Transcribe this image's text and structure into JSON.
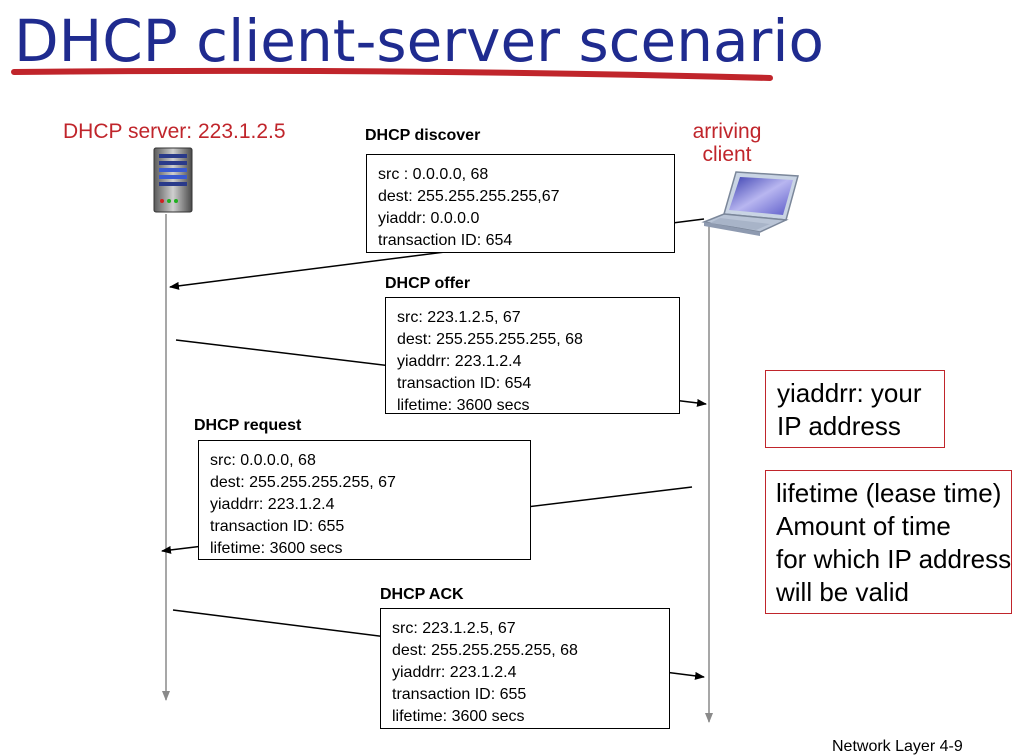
{
  "title": "DHCP client-server scenario",
  "server_label": "DHCP server: 223.1.2.5",
  "client_label": [
    "arriving",
    "client"
  ],
  "messages": {
    "discover": {
      "title": "DHCP discover",
      "lines": [
        "src : 0.0.0.0, 68",
        "dest: 255.255.255.255,67",
        "yiaddr:    0.0.0.0",
        "transaction ID: 654"
      ]
    },
    "offer": {
      "title": "DHCP offer",
      "lines": [
        "src: 223.1.2.5, 67",
        "dest:  255.255.255.255, 68",
        "yiaddrr: 223.1.2.4",
        "transaction ID: 654",
        "lifetime: 3600 secs"
      ]
    },
    "request": {
      "title": "DHCP request",
      "lines": [
        "src:  0.0.0.0, 68",
        "dest:  255.255.255.255, 67",
        "yiaddrr: 223.1.2.4",
        "transaction ID: 655",
        "lifetime: 3600 secs"
      ]
    },
    "ack": {
      "title": "DHCP ACK",
      "lines": [
        "src: 223.1.2.5, 67",
        "dest:  255.255.255.255, 68",
        "yiaddrr: 223.1.2.4",
        "transaction ID: 655",
        "lifetime: 3600 secs"
      ]
    }
  },
  "notes": {
    "yiaddr": [
      "yiaddrr: your",
      " IP address"
    ],
    "lifetime": [
      "lifetime (lease time)",
      "Amount of time",
      "for which IP address",
      "will be valid"
    ]
  },
  "footer": "Network Layer  4-9",
  "colors": {
    "title": "#1f2b8f",
    "label_red": "#c0252b",
    "underline_red": "#c0252b"
  }
}
